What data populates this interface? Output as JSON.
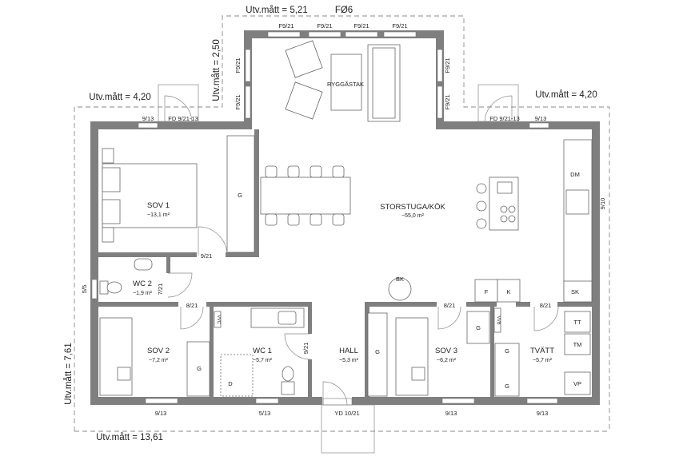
{
  "dimensions": {
    "top_width": "Utv.mått = 5,21",
    "top_depth": "Utv.mått = 2,50",
    "left_wing": "Utv.mått = 4,20",
    "right_wing": "Utv.mått = 4,20",
    "total_width": "Utv.mått = 13,61",
    "total_depth": "Utv.mått = 7,61"
  },
  "labels": {
    "foundation": "FØ6",
    "porch": "RYGGÅSTAK"
  },
  "rooms": {
    "sov1": {
      "name": "SOV 1",
      "area": "~13,1 m²"
    },
    "storstuga": {
      "name": "STORSTUGA/KÖK",
      "area": "~55,0 m²"
    },
    "wc2": {
      "name": "WC 2",
      "area": "~1,9 m²"
    },
    "sov2": {
      "name": "SOV 2",
      "area": "~7,2 m²"
    },
    "wc1": {
      "name": "WC 1",
      "area": "~5,7 m²"
    },
    "hall": {
      "name": "HALL",
      "area": "~5,3 m²"
    },
    "sov3": {
      "name": "SOV 3",
      "area": "~6,2 m²"
    },
    "tvatt": {
      "name": "TVÄTT",
      "area": "~5,7 m²"
    }
  },
  "windows": {
    "porch_top": [
      "F9/21",
      "F9/21",
      "F9/21",
      "F9/21"
    ],
    "porch_left": [
      "F9/21",
      "F9/21"
    ],
    "porch_right": [
      "F9/21",
      "F9/21"
    ],
    "sov1_top": "9/13",
    "right_top": "9/13",
    "right_wall": "9/10",
    "left_wall": "5/5",
    "sov2_bottom": "9/13",
    "wc1_bottom": "5/13",
    "sov3_bottom": "9/13",
    "tvatt_bottom": "9/13"
  },
  "doors": {
    "left_terrace": "FD 9/21-13",
    "right_terrace": "FD 9/21-13",
    "entrance": "YD 10/21",
    "sov1": "9/21",
    "wc2": "7/21",
    "sov2": "8/21",
    "wc1": "9/21",
    "sov3": "8/21",
    "tvatt": "8/21"
  },
  "fixtures": {
    "closet": "G",
    "dishwasher": "DM",
    "stove": "BK",
    "fridge": "F",
    "freezer": "K",
    "cupboard": "SK",
    "vvc": "VVC",
    "vvb": "VVB",
    "shower": "D",
    "dryer": "TT",
    "washer": "TM",
    "vp": "VP"
  }
}
